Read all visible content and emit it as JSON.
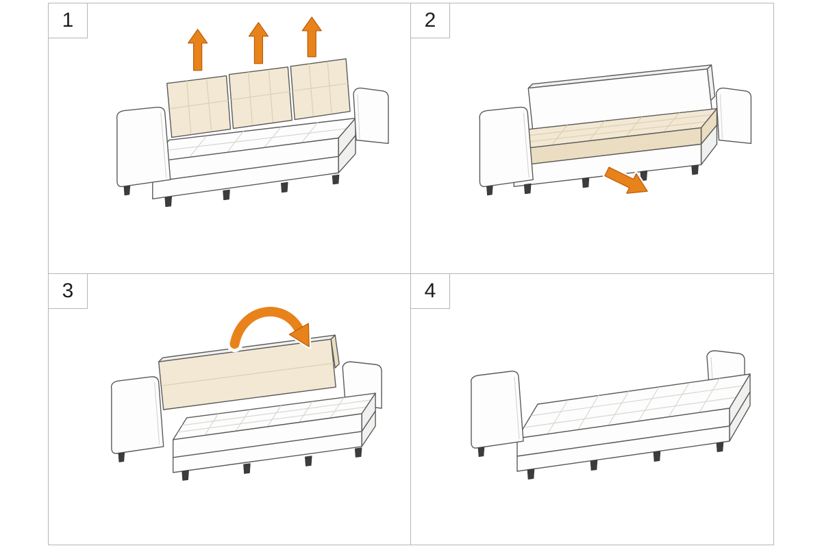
{
  "diagram": {
    "kind": "sofa-bed-conversion-instructions",
    "steps": [
      {
        "number": "1",
        "arrow_icons": [
          "lift-up-arrow",
          "lift-up-arrow",
          "lift-up-arrow"
        ]
      },
      {
        "number": "2",
        "arrow_icons": [
          "pull-out-arrow"
        ]
      },
      {
        "number": "3",
        "arrow_icons": [
          "fold-down-arrow"
        ]
      },
      {
        "number": "4",
        "arrow_icons": []
      }
    ],
    "colors": {
      "accent_orange": "#E8831C",
      "accent_orange_dark": "#BF5F07",
      "cushion_cream": "#F2E8D4",
      "grid_line": "#B5B5B5",
      "outline": "#5A5A5A"
    }
  }
}
